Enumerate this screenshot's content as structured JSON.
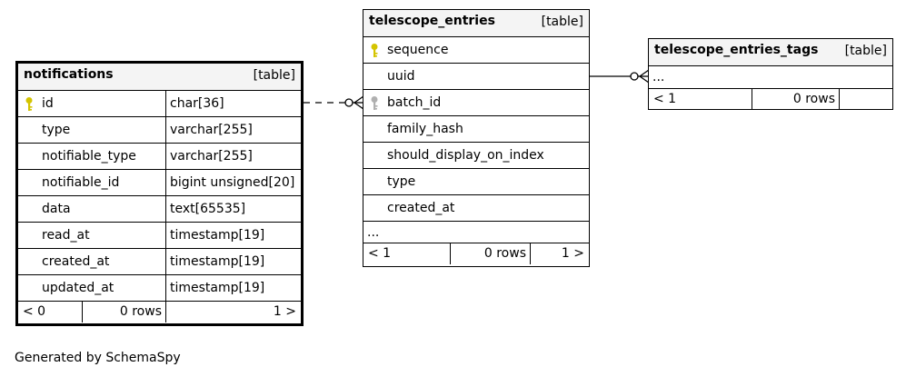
{
  "notifications": {
    "name": "notifications",
    "kind": "[table]",
    "columns": [
      {
        "name": "id",
        "type": "char[36]",
        "key": "primary"
      },
      {
        "name": "type",
        "type": "varchar[255]"
      },
      {
        "name": "notifiable_type",
        "type": "varchar[255]"
      },
      {
        "name": "notifiable_id",
        "type": "bigint unsigned[20]"
      },
      {
        "name": "data",
        "type": "text[65535]"
      },
      {
        "name": "read_at",
        "type": "timestamp[19]"
      },
      {
        "name": "created_at",
        "type": "timestamp[19]"
      },
      {
        "name": "updated_at",
        "type": "timestamp[19]"
      }
    ],
    "footer": {
      "parents": "< 0",
      "rows": "0 rows",
      "children": "1 >"
    }
  },
  "telescope_entries": {
    "name": "telescope_entries",
    "kind": "[table]",
    "columns": [
      {
        "name": "sequence",
        "key": "primary"
      },
      {
        "name": "uuid"
      },
      {
        "name": "batch_id",
        "key": "index"
      },
      {
        "name": "family_hash"
      },
      {
        "name": "should_display_on_index"
      },
      {
        "name": "type"
      },
      {
        "name": "created_at"
      }
    ],
    "ellipsis": "...",
    "footer": {
      "parents": "< 1",
      "rows": "0 rows",
      "children": "1 >"
    }
  },
  "telescope_entries_tags": {
    "name": "telescope_entries_tags",
    "kind": "[table]",
    "ellipsis": "...",
    "footer": {
      "parents": "< 1",
      "rows": "0 rows",
      "children": ""
    }
  },
  "generated_by": "Generated by SchemaSpy",
  "colors": {
    "primary_key": "#d4c400",
    "index_key": "#b0b0b0",
    "header_bg": "#f4f4f4"
  }
}
